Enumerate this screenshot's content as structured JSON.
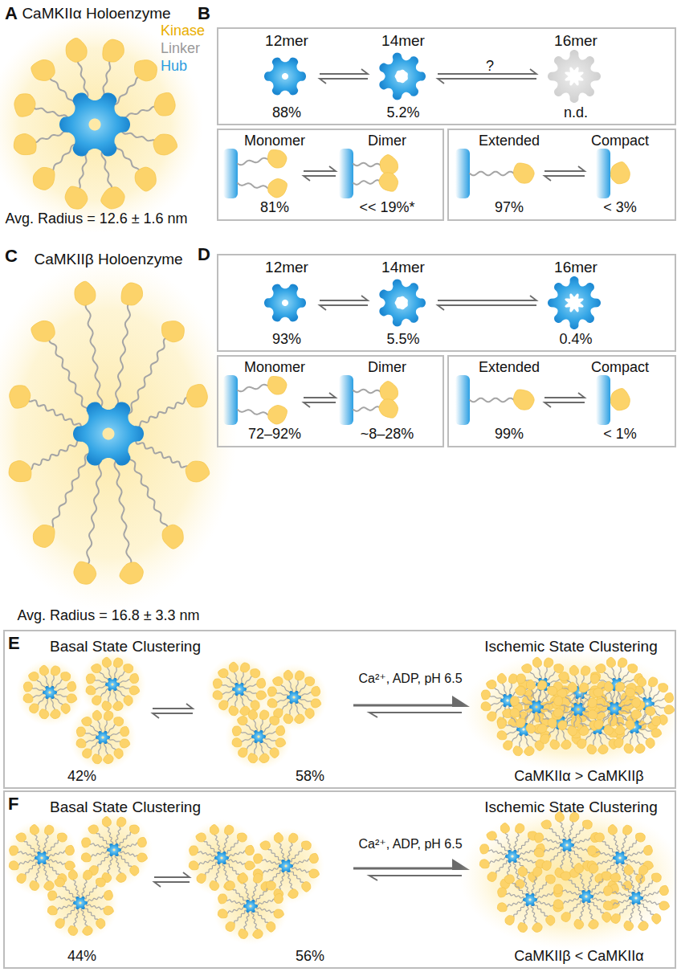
{
  "diagram": {
    "nodes": [
      {
        "text": [
          "12mer",
          "14mer",
          "16mer",
          "?",
          "88%",
          "5.2%",
          "n.d."
        ]
      },
      {
        "text": [
          "Monomer",
          "Dimer",
          "81%",
          "<< 19%*"
        ]
      },
      {
        "text": [
          "Extended",
          "Compact",
          "97%",
          "< 3%"
        ]
      },
      {
        "text": [
          "12mer",
          "14mer",
          "16mer",
          "93%",
          "5.5%",
          "0.4%"
        ]
      },
      {
        "text": [
          "Monomer",
          "Dimer",
          "72–92%",
          "~8–28%"
        ]
      },
      {
        "text": [
          "Extended",
          "Compact",
          "99%",
          "< 1%"
        ]
      },
      {
        "text": [
          "Basal State Clustering",
          "42%",
          "58%",
          "Ca²⁺, ADP, pH 6.5",
          "Ischemic State Clustering",
          "CaMKIIα > CaMKIIβ"
        ]
      },
      {
        "text": [
          "Basal State Clustering",
          "44%",
          "56%",
          "Ca²⁺, ADP, pH 6.5",
          "Ischemic State Clustering",
          "CaMKIIβ < CaMKIIα"
        ]
      }
    ],
    "labels": [
      "A",
      "CaMKIIα Holoenzyme",
      "Kinase",
      "Linker",
      "Hub",
      "Avg. Radius = 12.6 ± 1.6 nm",
      "B",
      "C",
      "CaMKIIβ Holoenzyme",
      "Avg. Radius = 16.8 ± 3.3 nm",
      "D",
      "E",
      "F"
    ]
  }
}
